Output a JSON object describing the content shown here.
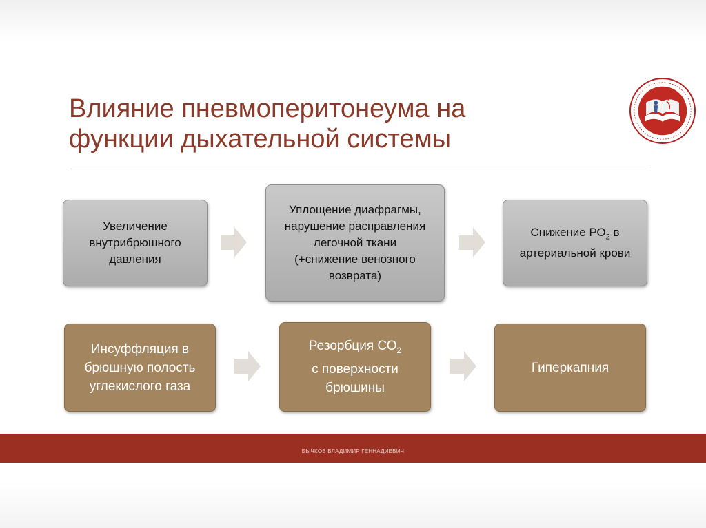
{
  "slide": {
    "title_line1": "Влияние пневмоперитонеума на",
    "title_line2": "функции дыхательной системы",
    "footer_author": "БЫЧКОВ ВЛАДИМИР ГЕННАДИЕВИЧ"
  },
  "diagram": {
    "row1": [
      {
        "lines": [
          "Увеличение",
          "внутрибрюшного",
          "давления"
        ]
      },
      {
        "lines": [
          "Уплощение диафрагмы,",
          "нарушение расправления",
          "легочной ткани",
          "(+снижение венозного",
          "возврата)"
        ]
      },
      {
        "line1_text": "Снижение РО",
        "line1_sub": "2",
        "line1_tail": " в",
        "line2": "артериальной крови"
      }
    ],
    "row2": [
      {
        "lines": [
          "Инсуффляция в",
          "брюшную полость",
          "углекислого газа"
        ]
      },
      {
        "line1_text": "Резорбция СО",
        "line1_sub": "2",
        "line2": "с поверхности",
        "line3": "брюшины"
      },
      {
        "lines": [
          "Гиперкапния"
        ]
      }
    ]
  },
  "colors": {
    "title": "#8b3a2a",
    "gray_box": "#b9b9b9",
    "brown_box": "#a3865f",
    "arrow": "#e2ddd6",
    "footer_band": "#9b2f22"
  },
  "icons": {
    "logo": "university-emblem-icon",
    "arrow": "chevron-arrow-right-icon"
  }
}
